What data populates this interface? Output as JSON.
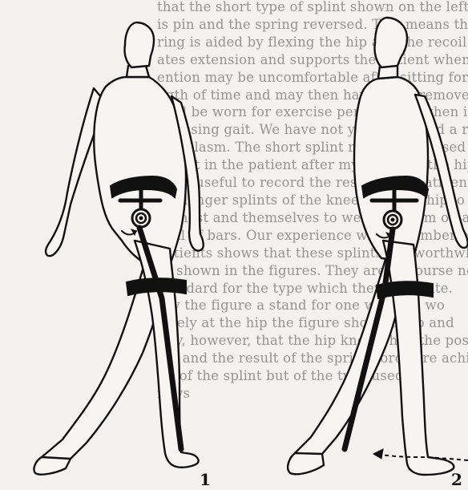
{
  "background_text": {
    "lines": [
      "that the short type of splint shown on the left reta",
      "is pin and the spring reversed. This means that th",
      "ring is aided by flexing the hip and the recoil pro",
      "ates extension and supports the patient when standin",
      "ention may be uncomfortable after sitting for",
      "ngth of time and may then have to be removed, b",
      "ould be worn for exercise periods and when it",
      "stressing gait. We have not yet performed a relea",
      "ech plasm. The short splint may also be used in t",
      "ement in the patient after myopathy of the hip",
      "ill be useful to record the results of treatment fro",
      "the longer splints of the knees and the hip jo",
      "itionest and themselves to wearing them on a",
      "oval of bars. Our experience with a number of",
      "patients shows that these splints are worthwhile for",
      "as shown in the figures. They are of course not",
      "standard for the type which they illustrate.",
      "Try the figure a stand for one which is wo",
      "rately at the hip the figure shows a hip and",
      "ntly, however, that the hip knee when the position",
      "leg and the result of the spring force are achiev",
      "ite of the splint but of the type used to",
      "rows"
    ]
  },
  "figures": [
    {
      "label": "1"
    },
    {
      "label": "2"
    }
  ]
}
